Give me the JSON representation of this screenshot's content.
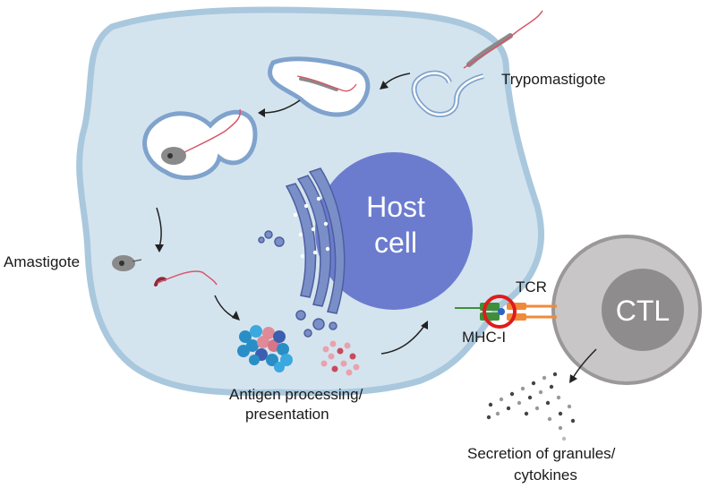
{
  "labels": {
    "trypomastigote": "Trypomastigote",
    "amastigote": "Amastigote",
    "host_nucleus_line1": "Host",
    "host_nucleus_line2": "cell",
    "tcr": "TCR",
    "mhc": "MHC-I",
    "ctl": "CTL",
    "antigen_line1": "Antigen processing/",
    "antigen_line2": "presentation",
    "secretion_line1": "Secretion of granules/",
    "secretion_line2": "cytokines"
  },
  "colors": {
    "host_cytoplasm": "#d4e4ef",
    "host_membrane": "#a9c8dd",
    "nucleus": "#6b7ccf",
    "vacuole_membrane": "#7fa3cc",
    "golgi": "#7a8fc8",
    "ctl_outer": "#c8c6c6",
    "ctl_inner": "#8e8c8c",
    "tcr_orange": "#f08a3a",
    "mhc_green": "#3f8f3a",
    "highlight_ring": "#e01b1b",
    "parasite_red": "#d9556a",
    "parasite_body": "#8a8a8a"
  }
}
